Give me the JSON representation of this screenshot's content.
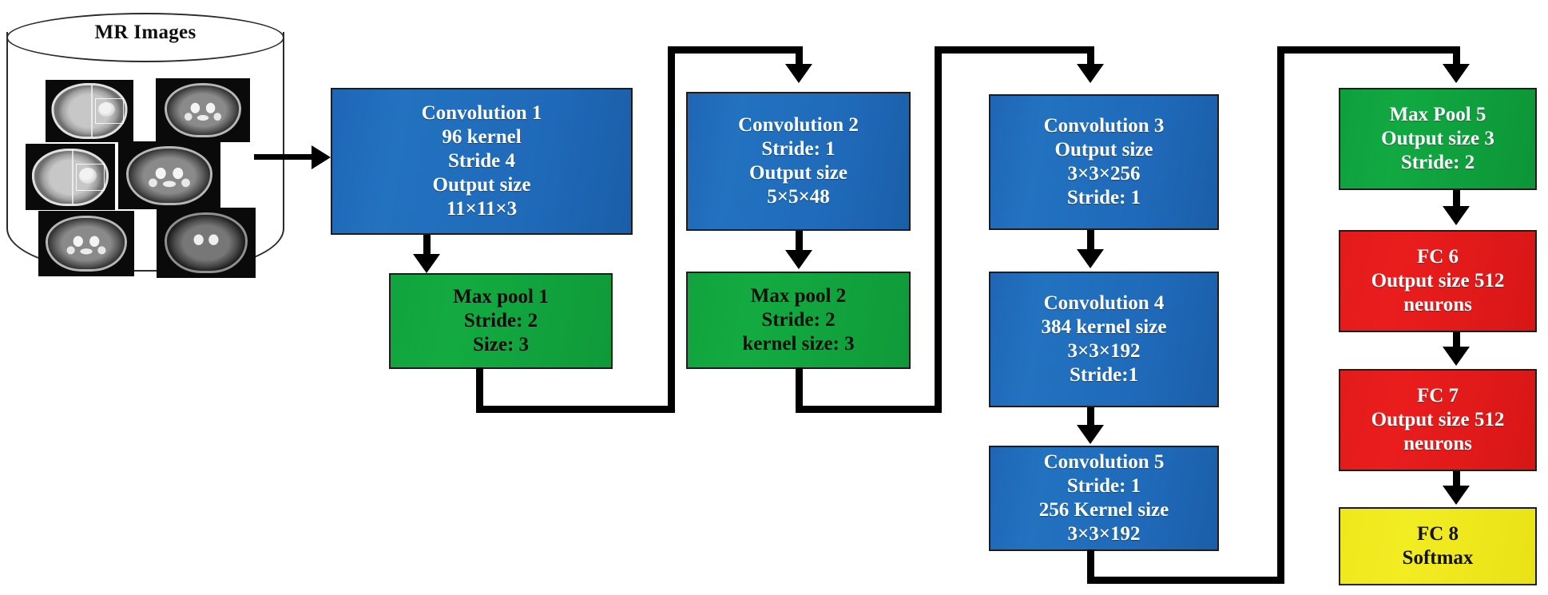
{
  "diagram": {
    "title": "AlexNet-based CNN architecture for MR image classification",
    "colors": {
      "conv": "#1f6ac0",
      "pool": "#11a33e",
      "fc": "#e31b1b",
      "softmax": "#f0e91e",
      "connector": "#000000",
      "canvas": "#ffffff"
    }
  },
  "input": {
    "label": "MR Images",
    "shape": "cylinder-database",
    "thumbnails": [
      {
        "name": "mri-thumb-1",
        "style": "flair-lesion"
      },
      {
        "name": "mri-thumb-2",
        "style": "t2"
      },
      {
        "name": "mri-thumb-3",
        "style": "flair-lesion"
      },
      {
        "name": "mri-thumb-4",
        "style": "t1-bright"
      },
      {
        "name": "mri-thumb-5",
        "style": "t1-bright"
      },
      {
        "name": "mri-thumb-6",
        "style": "t2"
      }
    ]
  },
  "blocks": {
    "conv1": {
      "type": "convolution",
      "color": "blue",
      "lines": [
        "Convolution 1",
        "96 kernel",
        "Stride  4",
        "Output size",
        "11×11×3"
      ]
    },
    "maxpool1": {
      "type": "pooling",
      "color": "green",
      "lines": [
        "Max pool 1",
        "Stride: 2",
        "Size: 3"
      ]
    },
    "conv2": {
      "type": "convolution",
      "color": "blue",
      "lines": [
        "Convolution 2",
        "Stride: 1",
        "Output size",
        "5×5×48"
      ]
    },
    "maxpool2": {
      "type": "pooling",
      "color": "green",
      "lines": [
        "Max pool 2",
        "Stride: 2",
        "kernel size: 3"
      ]
    },
    "conv3": {
      "type": "convolution",
      "color": "blue",
      "lines": [
        "Convolution  3",
        "Output size",
        "3×3×256",
        "Stride: 1"
      ]
    },
    "conv4": {
      "type": "convolution",
      "color": "blue",
      "lines": [
        "Convolution  4",
        "384 kernel size",
        "3×3×192",
        "Stride:1"
      ]
    },
    "conv5": {
      "type": "convolution",
      "color": "blue",
      "lines": [
        "Convolution  5",
        "Stride: 1",
        "256 Kernel size",
        "3×3×192"
      ]
    },
    "maxpool5": {
      "type": "pooling",
      "color": "green",
      "lines": [
        "Max Pool 5",
        "Output size 3",
        "Stride: 2"
      ]
    },
    "fc6": {
      "type": "fully-connected",
      "color": "red",
      "lines": [
        "FC 6",
        "Output size 512",
        "neurons"
      ]
    },
    "fc7": {
      "type": "fully-connected",
      "color": "red",
      "lines": [
        "FC 7",
        "Output size  512",
        "neurons"
      ]
    },
    "fc8": {
      "type": "output",
      "color": "yellow",
      "lines": [
        "FC 8",
        "Softmax"
      ]
    }
  },
  "flow": [
    "MR Images",
    "Convolution 1",
    "Max pool 1",
    "Convolution 2",
    "Max pool 2",
    "Convolution  3",
    "Convolution  4",
    "Convolution  5",
    "Max Pool 5",
    "FC 6",
    "FC 7",
    "FC 8"
  ]
}
